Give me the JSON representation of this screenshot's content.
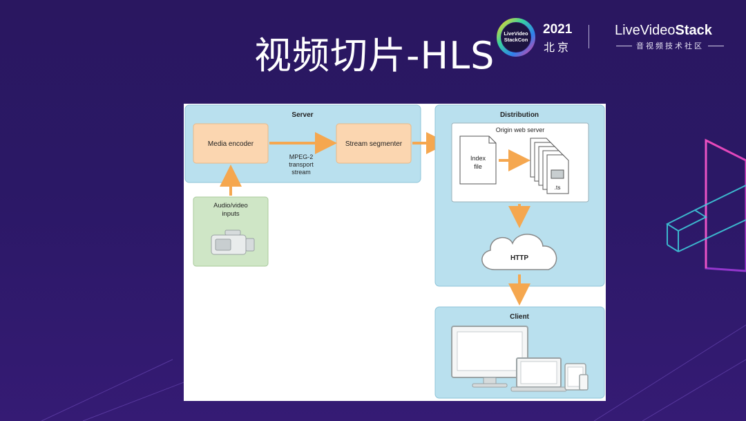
{
  "slide": {
    "title": "视频切片-HLS"
  },
  "event": {
    "logo_text_1": "LiveVideo",
    "logo_text_2": "StackCon",
    "year": "2021",
    "city": "北京"
  },
  "brand": {
    "name_regular": "LiveVideo",
    "name_bold": "Stack",
    "tagline": "音视频技术社区"
  },
  "diagram": {
    "server": {
      "title": "Server",
      "media_encoder": "Media encoder",
      "stream_segmenter": "Stream segmenter",
      "transport_label_1": "MPEG-2",
      "transport_label_2": "transport",
      "transport_label_3": "stream"
    },
    "inputs": {
      "label_1": "Audio/video",
      "label_2": "inputs"
    },
    "distribution": {
      "title": "Distribution",
      "origin_server": "Origin web server",
      "index_label_1": "Index",
      "index_label_2": "file",
      "ts_label": ".ts",
      "http_label": "HTTP"
    },
    "client": {
      "title": "Client"
    },
    "colors": {
      "server_bg": "#b9e0ee",
      "component_fill": "#fbd6b0",
      "input_fill": "#cfe6c6",
      "arrow": "#f5a74f"
    }
  }
}
